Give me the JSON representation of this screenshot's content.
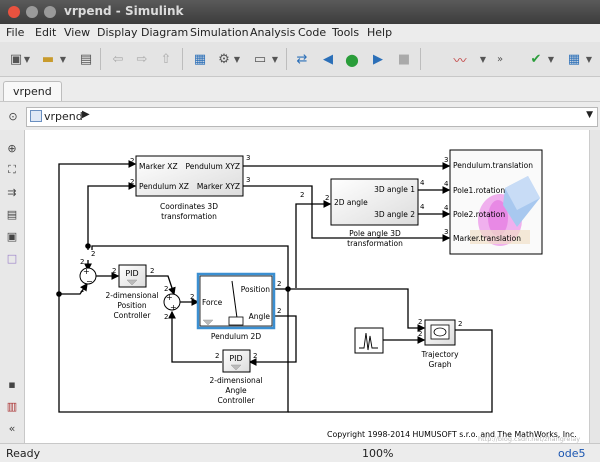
{
  "window": {
    "title": "vrpend - Simulink"
  },
  "menu": [
    "File",
    "Edit",
    "View",
    "Display",
    "Diagram",
    "Simulation",
    "Analysis",
    "Code",
    "Tools",
    "Help"
  ],
  "tab": {
    "label": "vrpend"
  },
  "breadcrumb": {
    "model": "vrpend"
  },
  "blocks": {
    "coord": {
      "in1": "Marker XZ",
      "in2": "Pendulum XZ",
      "out1": "Pendulum XYZ",
      "out2": "Marker XYZ",
      "name1": "Coordinates 3D",
      "name2": "transformation",
      "p_in1": "2",
      "p_in2": "2",
      "p_out1": "3",
      "p_out2": "3"
    },
    "pole": {
      "in1": "2D angle",
      "out1": "3D angle 1",
      "out2": "3D angle 2",
      "name1": "Pole angle 3D",
      "name2": "transformation",
      "p_in": "2",
      "p_out1": "4",
      "p_out2": "4"
    },
    "vr": {
      "in1": "Pendulum.translation",
      "in2": "Pole1.rotation",
      "in3": "Pole2.rotation",
      "in4": "Marker.translation",
      "p1": "3",
      "p2": "4",
      "p3": "4",
      "p4": "3"
    },
    "pid1": {
      "label": "PID",
      "name1": "2-dimensional",
      "name2": "Position",
      "name3": "Controller",
      "p_in": "2",
      "p_out": "2"
    },
    "pend": {
      "in1": "Force",
      "out1": "Position",
      "out2": "Angle",
      "name": "Pendulum 2D",
      "p_in": "2",
      "p_out1": "2",
      "p_out2": "2"
    },
    "pid2": {
      "label": "PID",
      "name1": "2-dimensional",
      "name2": "Angle",
      "name3": "Controller",
      "p_in": "2",
      "p_out": "2"
    },
    "traj": {
      "name1": "Trajectory",
      "name2": "Graph",
      "p1": "2",
      "p2": "2",
      "p3": "2"
    },
    "sum1": {
      "plus": "+",
      "minus": "−",
      "p1": "2",
      "p2": "2"
    },
    "sum2": {
      "plus": "+",
      "minus": "+",
      "p1": "2",
      "p2": "2"
    },
    "mux_ports": {
      "p1": "2",
      "p2": "2"
    }
  },
  "copyright": "Copyright 1998-2014 HUMUSOFT s.r.o. and The MathWorks, Inc.",
  "watermark": "http://blog.csdn.net/zhangrelay",
  "status": {
    "ready": "Ready",
    "zoom": "100%",
    "solver": "ode5"
  }
}
